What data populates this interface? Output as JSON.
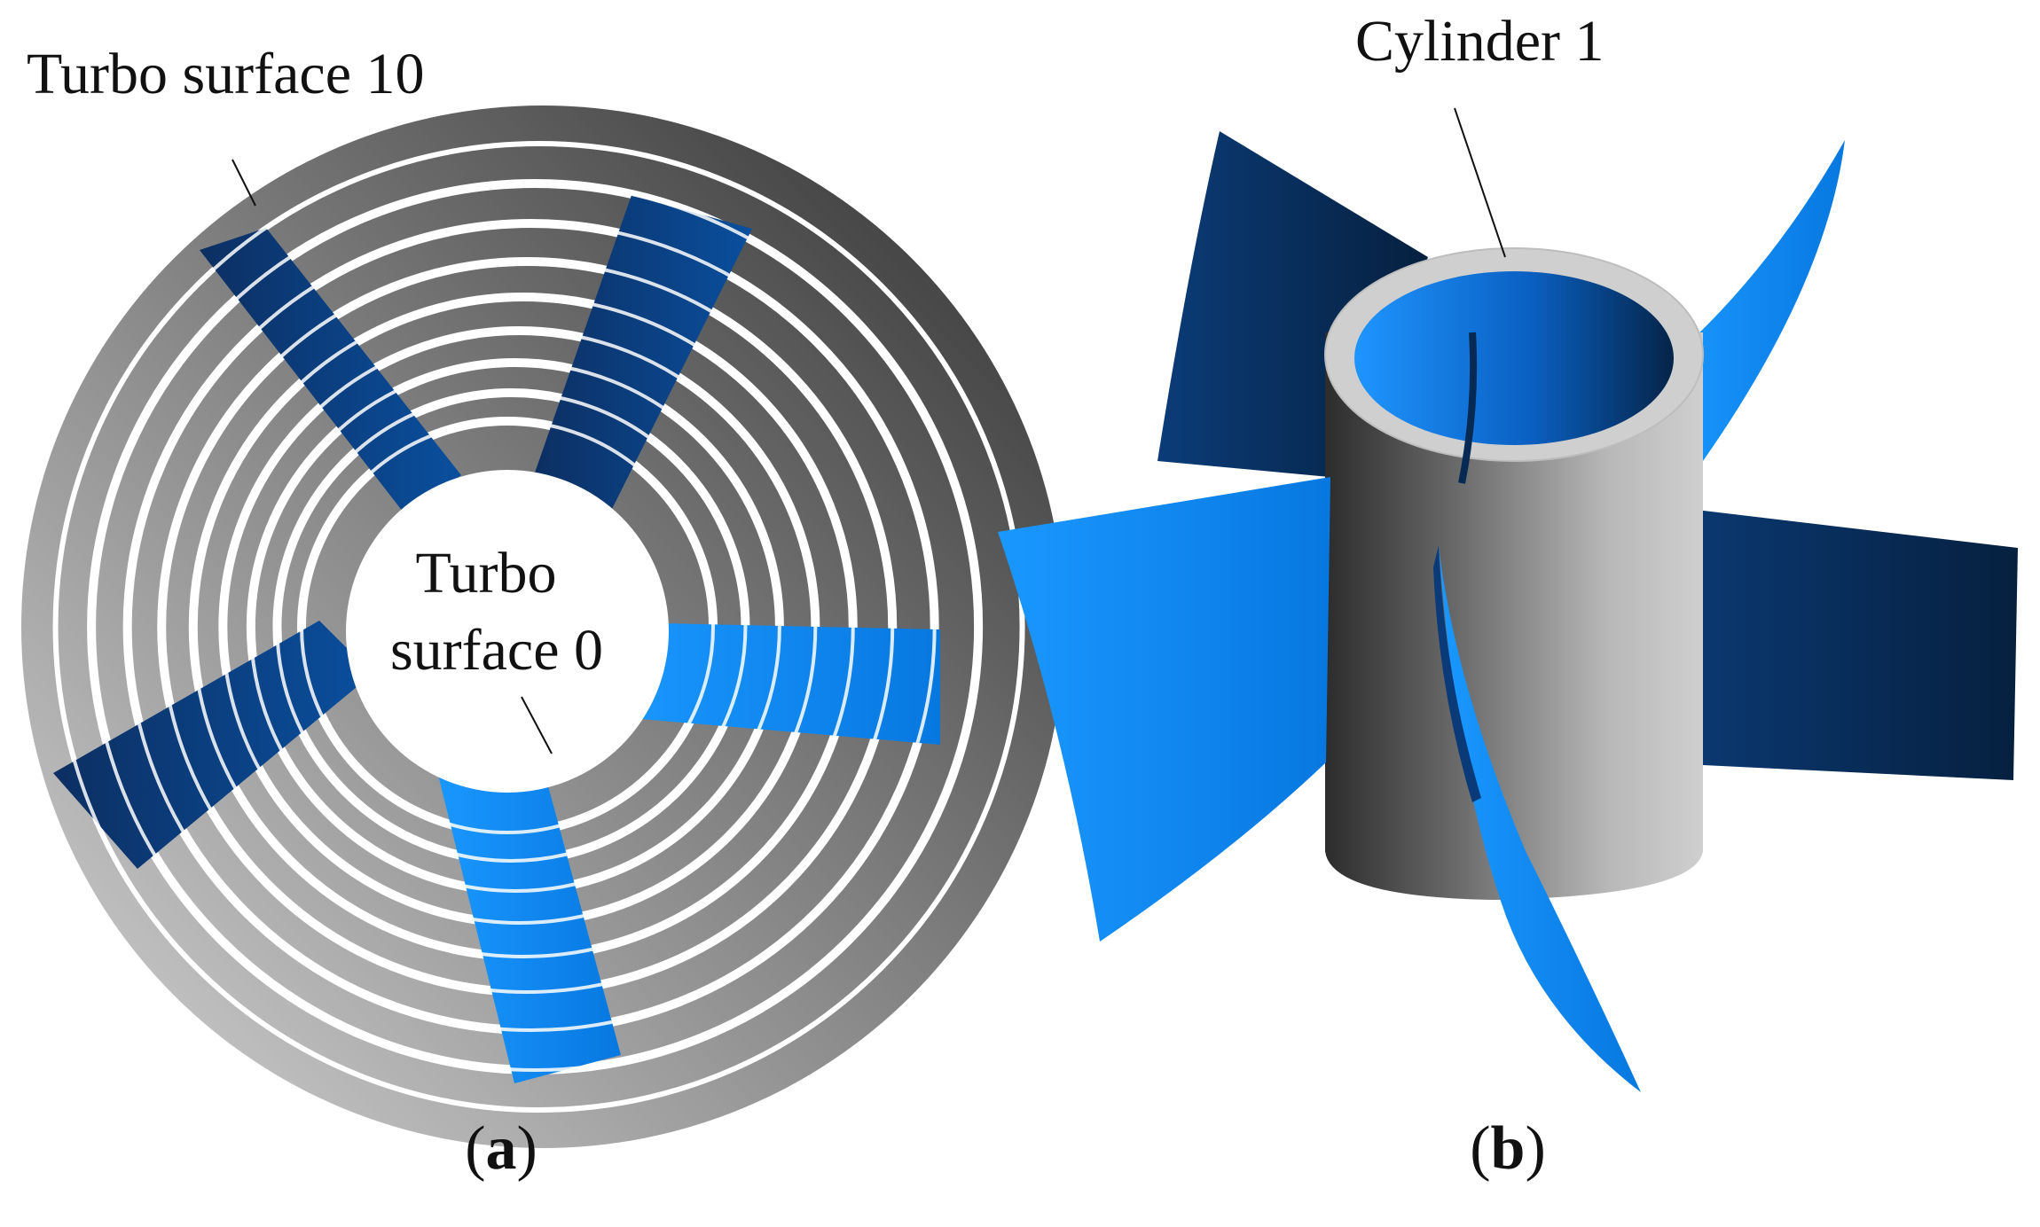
{
  "panel_a": {
    "label_outer": "Turbo surface 10",
    "label_inner_line1": "Turbo",
    "label_inner_line2": "surface 0",
    "caption_letter": "a"
  },
  "panel_b": {
    "label_cylinder": "Cylinder 1",
    "caption_letter": "b"
  },
  "colors": {
    "blade_light": "#0a8cf5",
    "blade_dark": "#0a2a55",
    "ring_dark": "#333333",
    "ring_light": "#cfcfcf"
  }
}
